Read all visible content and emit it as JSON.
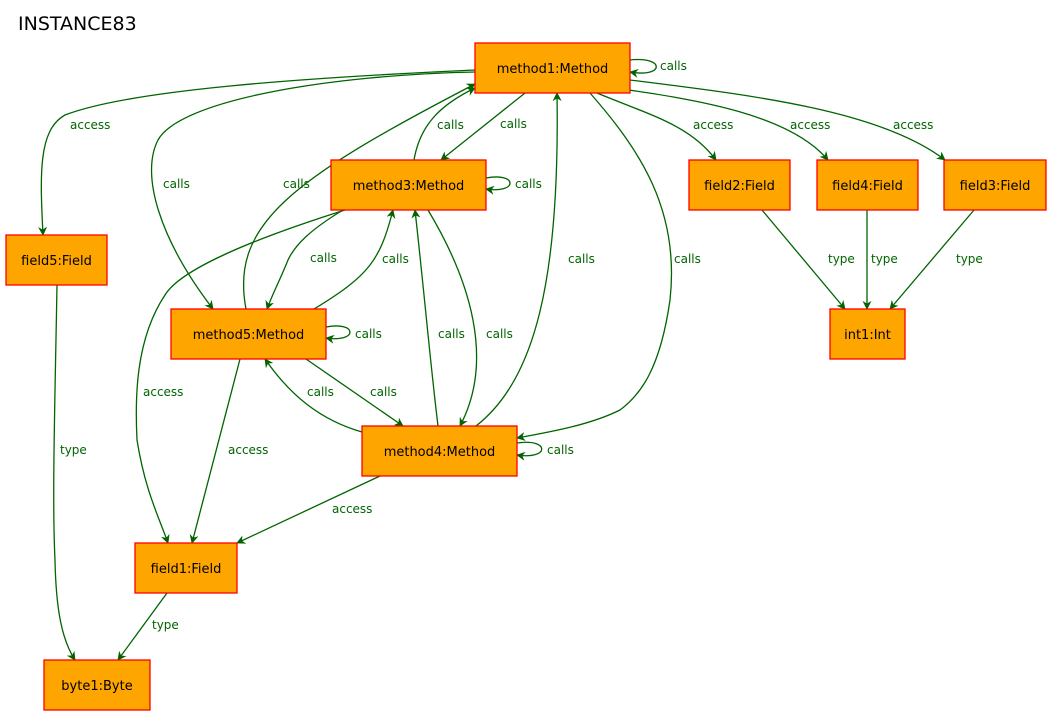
{
  "title": "INSTANCE83",
  "colors": {
    "node_fill": "#ffa500",
    "node_stroke": "#ff0000",
    "edge": "#006400",
    "edge_label": "#006400",
    "background": "#ffffff"
  },
  "nodes": {
    "method1": "method1:Method",
    "method3": "method3:Method",
    "method5": "method5:Method",
    "method4": "method4:Method",
    "field5": "field5:Field",
    "field2": "field2:Field",
    "field4": "field4:Field",
    "field3": "field3:Field",
    "int1": "int1:Int",
    "field1": "field1:Field",
    "byte1": "byte1:Byte"
  },
  "edges": [
    {
      "from": "method1",
      "to": "method1",
      "label": "calls"
    },
    {
      "from": "method1",
      "to": "field5",
      "label": "access"
    },
    {
      "from": "method1",
      "to": "method5",
      "label": "calls"
    },
    {
      "from": "method1",
      "to": "method3",
      "label": "calls"
    },
    {
      "from": "method1",
      "to": "field2",
      "label": "access"
    },
    {
      "from": "method1",
      "to": "field4",
      "label": "access"
    },
    {
      "from": "method1",
      "to": "field3",
      "label": "access"
    },
    {
      "from": "method1",
      "to": "method4",
      "label": "calls"
    },
    {
      "from": "method3",
      "to": "method1",
      "label": "calls"
    },
    {
      "from": "method3",
      "to": "method3",
      "label": "calls"
    },
    {
      "from": "method3",
      "to": "method5",
      "label": "calls"
    },
    {
      "from": "method3",
      "to": "field1",
      "label": "access"
    },
    {
      "from": "method3",
      "to": "method4",
      "label": "calls"
    },
    {
      "from": "method5",
      "to": "method1",
      "label": "calls"
    },
    {
      "from": "method5",
      "to": "method3",
      "label": "calls"
    },
    {
      "from": "method5",
      "to": "method5",
      "label": "calls"
    },
    {
      "from": "method5",
      "to": "method4",
      "label": "calls"
    },
    {
      "from": "method5",
      "to": "field1",
      "label": "access"
    },
    {
      "from": "method4",
      "to": "method1",
      "label": "calls"
    },
    {
      "from": "method4",
      "to": "method3",
      "label": "calls"
    },
    {
      "from": "method4",
      "to": "method5",
      "label": "calls"
    },
    {
      "from": "method4",
      "to": "method4",
      "label": "calls"
    },
    {
      "from": "method4",
      "to": "field1",
      "label": "access"
    },
    {
      "from": "field2",
      "to": "int1",
      "label": "type"
    },
    {
      "from": "field4",
      "to": "int1",
      "label": "type"
    },
    {
      "from": "field3",
      "to": "int1",
      "label": "type"
    },
    {
      "from": "field5",
      "to": "byte1",
      "label": "type"
    },
    {
      "from": "field1",
      "to": "byte1",
      "label": "type"
    }
  ]
}
